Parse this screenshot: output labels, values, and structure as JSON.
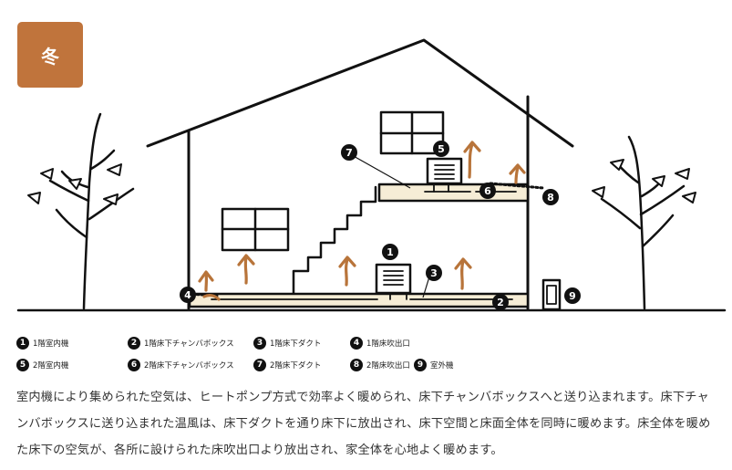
{
  "season_label": "冬",
  "callouts": [
    "1",
    "2",
    "3",
    "4",
    "5",
    "6",
    "7",
    "8",
    "9"
  ],
  "legend": [
    {
      "num": "1",
      "label": "1階室内機"
    },
    {
      "num": "2",
      "label": "1階床下チャンバボックス"
    },
    {
      "num": "3",
      "label": "1階床下ダクト"
    },
    {
      "num": "4",
      "label": "1階床吹出口"
    },
    {
      "num": "5",
      "label": "2階室内機"
    },
    {
      "num": "6",
      "label": "2階床下チャンバボックス"
    },
    {
      "num": "7",
      "label": "2階床下ダクト"
    },
    {
      "num": "8",
      "label": "2階床吹出口"
    },
    {
      "num": "9",
      "label": "室外機"
    }
  ],
  "description": "室内機により集められた空気は、ヒートポンプ方式で効率よく暖められ、床下チャンバボックスへと送り込まれます。床下チャンバボックスに送り込まれた温風は、床下ダクトを通り床下に放出され、床下空間と床面全体を同時に暖めます。床全体を暖めた床下の空気が、各所に設けられた床吹出口より放出され、家全体を心地よく暖めます。",
  "colors": {
    "badge": "#c0743c",
    "arrow": "#b8743a",
    "floor": "#f6edd6",
    "line": "#111111"
  }
}
